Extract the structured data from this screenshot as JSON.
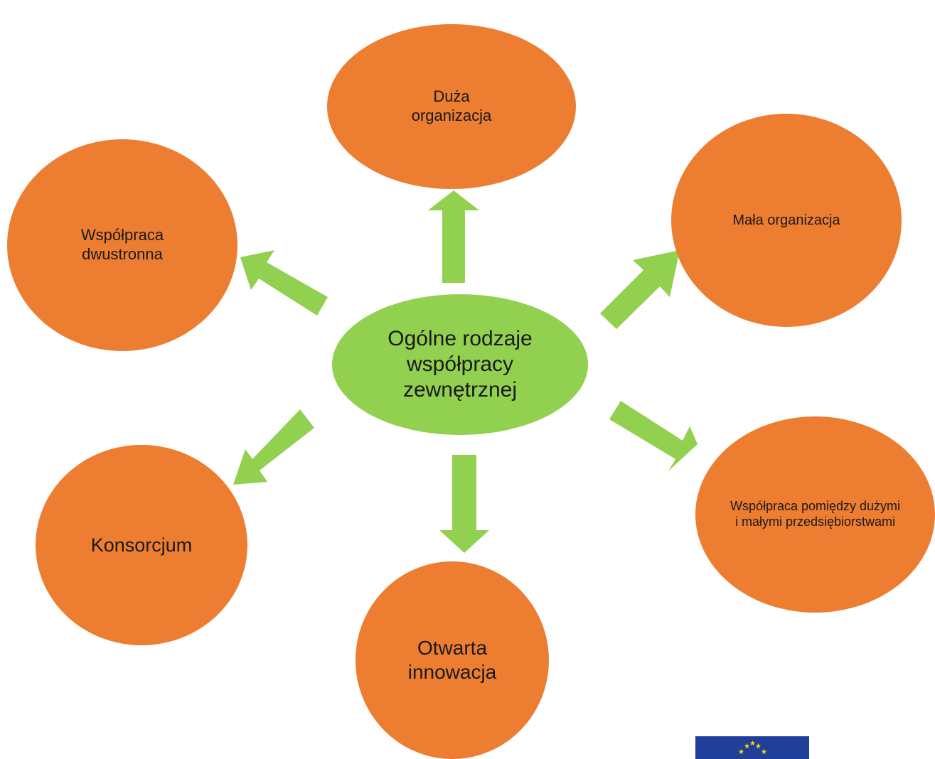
{
  "diagram": {
    "center": {
      "label": "Ogólne rodzaje współpracy zewnętrznej"
    },
    "nodes": {
      "top": {
        "label": "Duża organizacja"
      },
      "top_right": {
        "label": "Mała organizacja"
      },
      "bottom_right": {
        "label": "Współpraca pomiędzy dużymi i małymi przedsiębiorstwami"
      },
      "bottom": {
        "label": "Otwarta innowacja"
      },
      "bottom_left": {
        "label": "Konsorcjum"
      },
      "top_left": {
        "label": "Współpraca dwustronna"
      }
    },
    "colors": {
      "node": "#ed7d31",
      "center": "#92d050",
      "arrow": "#92d050"
    }
  },
  "logo": {
    "icon": "eu-flag-icon"
  }
}
